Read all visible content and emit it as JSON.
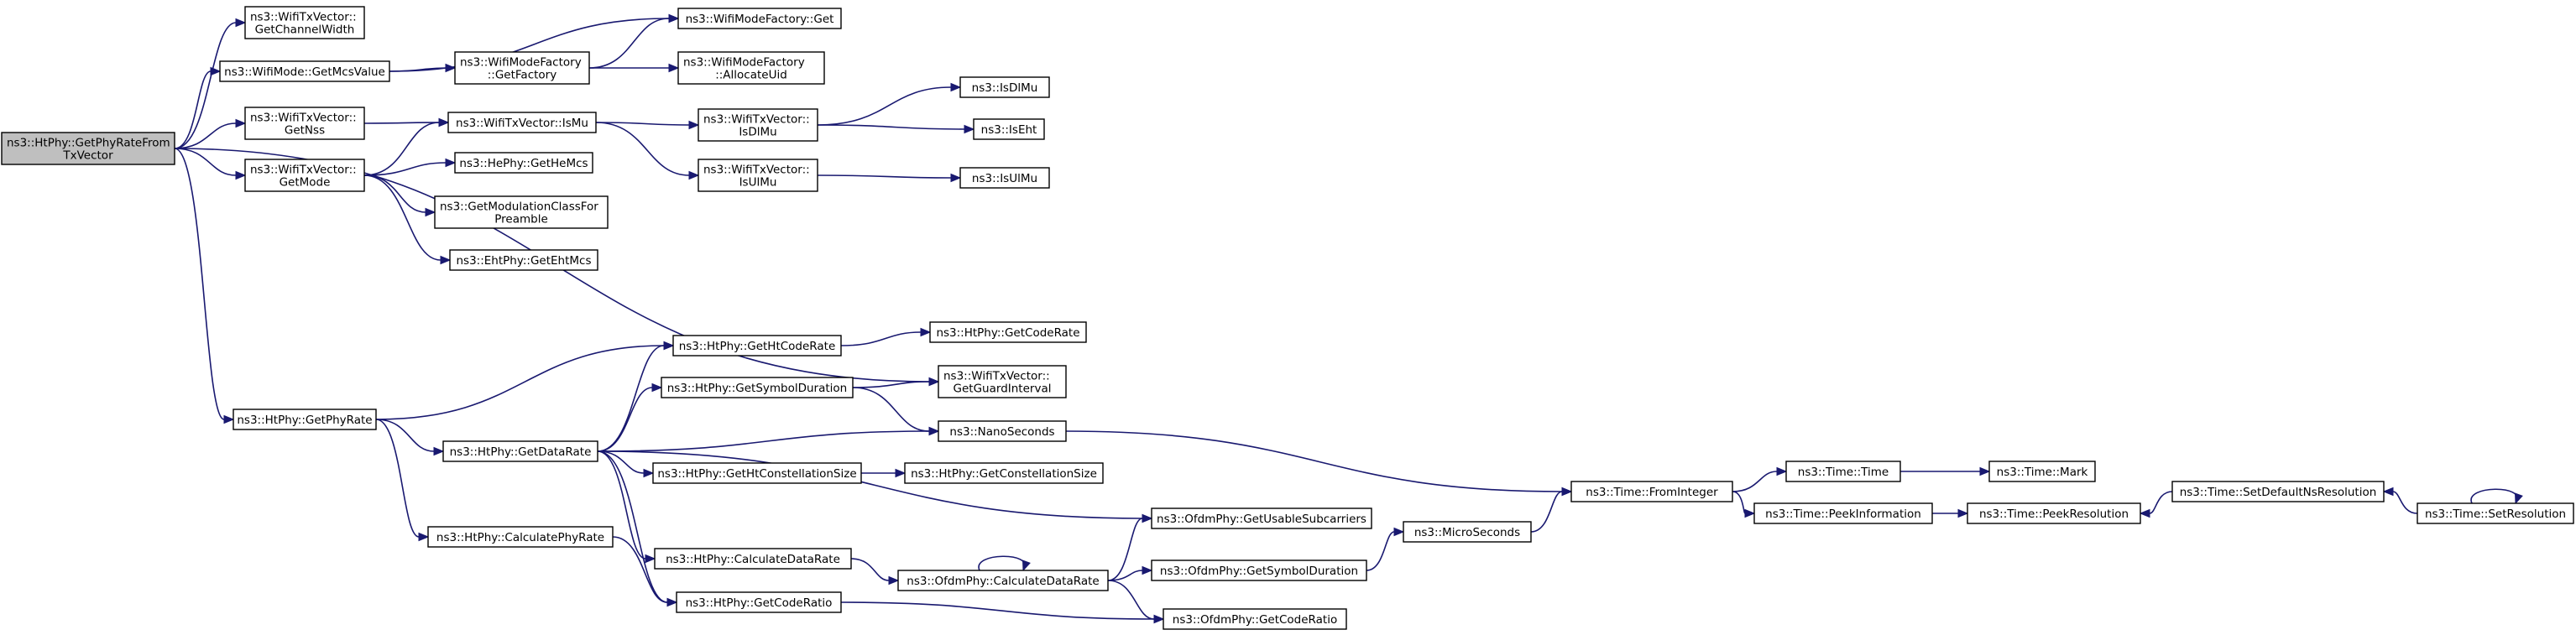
{
  "graph": {
    "colors": {
      "edge": "#191970",
      "node_border": "#000000",
      "root_fill": "#bfbfbf",
      "node_fill": "#ffffff",
      "background": "#ffffff"
    },
    "nodes": [
      {
        "id": "root",
        "lines": [
          "ns3::HtPhy::GetPhyRateFrom",
          "TxVector"
        ],
        "root": true
      },
      {
        "id": "getChannelWidth",
        "lines": [
          "ns3::WifiTxVector::",
          "GetChannelWidth"
        ]
      },
      {
        "id": "getMcsValue",
        "lines": [
          "ns3::WifiMode::GetMcsValue"
        ]
      },
      {
        "id": "factoryGet",
        "lines": [
          "ns3::WifiModeFactory::Get"
        ]
      },
      {
        "id": "getFactory",
        "lines": [
          "ns3::WifiModeFactory",
          "::GetFactory"
        ]
      },
      {
        "id": "allocateUid",
        "lines": [
          "ns3::WifiModeFactory",
          "::AllocateUid"
        ]
      },
      {
        "id": "getNss",
        "lines": [
          "ns3::WifiTxVector::",
          "GetNss"
        ]
      },
      {
        "id": "isMu",
        "lines": [
          "ns3::WifiTxVector::IsMu"
        ]
      },
      {
        "id": "txIsDlMu",
        "lines": [
          "ns3::WifiTxVector::",
          "IsDlMu"
        ]
      },
      {
        "id": "isDlMu",
        "lines": [
          "ns3::IsDlMu"
        ]
      },
      {
        "id": "isEht",
        "lines": [
          "ns3::IsEht"
        ]
      },
      {
        "id": "txIsUlMu",
        "lines": [
          "ns3::WifiTxVector::",
          "IsUlMu"
        ]
      },
      {
        "id": "isUlMu",
        "lines": [
          "ns3::IsUlMu"
        ]
      },
      {
        "id": "getMode",
        "lines": [
          "ns3::WifiTxVector::",
          "GetMode"
        ]
      },
      {
        "id": "getHeMcs",
        "lines": [
          "ns3::HePhy::GetHeMcs"
        ]
      },
      {
        "id": "getModClass",
        "lines": [
          "ns3::GetModulationClassFor",
          "Preamble"
        ]
      },
      {
        "id": "getEhtMcs",
        "lines": [
          "ns3::EhtPhy::GetEhtMcs"
        ]
      },
      {
        "id": "getPhyRate",
        "lines": [
          "ns3::HtPhy::GetPhyRate"
        ]
      },
      {
        "id": "getHtCodeRate",
        "lines": [
          "ns3::HtPhy::GetHtCodeRate"
        ]
      },
      {
        "id": "getCodeRate",
        "lines": [
          "ns3::HtPhy::GetCodeRate"
        ]
      },
      {
        "id": "getSymbolDuration",
        "lines": [
          "ns3::HtPhy::GetSymbolDuration"
        ]
      },
      {
        "id": "getGuardInterval",
        "lines": [
          "ns3::WifiTxVector::",
          "GetGuardInterval"
        ]
      },
      {
        "id": "getDataRate",
        "lines": [
          "ns3::HtPhy::GetDataRate"
        ]
      },
      {
        "id": "nanoSeconds",
        "lines": [
          "ns3::NanoSeconds"
        ]
      },
      {
        "id": "getHtConstSize",
        "lines": [
          "ns3::HtPhy::GetHtConstellationSize"
        ]
      },
      {
        "id": "getConstSize",
        "lines": [
          "ns3::HtPhy::GetConstellationSize"
        ]
      },
      {
        "id": "calcPhyRate",
        "lines": [
          "ns3::HtPhy::CalculatePhyRate"
        ]
      },
      {
        "id": "getUsableSubcarriers",
        "lines": [
          "ns3::OfdmPhy::GetUsableSubcarriers"
        ]
      },
      {
        "id": "htCalcDataRate",
        "lines": [
          "ns3::HtPhy::CalculateDataRate"
        ]
      },
      {
        "id": "ofdmCalcDataRate",
        "lines": [
          "ns3::OfdmPhy::CalculateDataRate"
        ]
      },
      {
        "id": "ofdmGetSymbolDuration",
        "lines": [
          "ns3::OfdmPhy::GetSymbolDuration"
        ]
      },
      {
        "id": "htGetCodeRatio",
        "lines": [
          "ns3::HtPhy::GetCodeRatio"
        ]
      },
      {
        "id": "ofdmGetCodeRatio",
        "lines": [
          "ns3::OfdmPhy::GetCodeRatio"
        ]
      },
      {
        "id": "microSeconds",
        "lines": [
          "ns3::MicroSeconds"
        ]
      },
      {
        "id": "fromInteger",
        "lines": [
          "ns3::Time::FromInteger"
        ]
      },
      {
        "id": "timeTime",
        "lines": [
          "ns3::Time::Time"
        ]
      },
      {
        "id": "timeMark",
        "lines": [
          "ns3::Time::Mark"
        ]
      },
      {
        "id": "peekInformation",
        "lines": [
          "ns3::Time::PeekInformation"
        ]
      },
      {
        "id": "peekResolution",
        "lines": [
          "ns3::Time::PeekResolution"
        ]
      },
      {
        "id": "setDefaultNsRes",
        "lines": [
          "ns3::Time::SetDefaultNsResolution"
        ]
      },
      {
        "id": "setResolution",
        "lines": [
          "ns3::Time::SetResolution"
        ]
      }
    ],
    "edges": [
      {
        "from": "root",
        "to": "getChannelWidth"
      },
      {
        "from": "root",
        "to": "getMcsValue"
      },
      {
        "from": "root",
        "to": "getNss"
      },
      {
        "from": "root",
        "to": "getMode"
      },
      {
        "from": "root",
        "to": "getGuardInterval"
      },
      {
        "from": "root",
        "to": "getPhyRate"
      },
      {
        "from": "getMcsValue",
        "to": "factoryGet"
      },
      {
        "from": "getMcsValue",
        "to": "getFactory"
      },
      {
        "from": "getFactory",
        "to": "factoryGet"
      },
      {
        "from": "getFactory",
        "to": "allocateUid"
      },
      {
        "from": "getNss",
        "to": "isMu"
      },
      {
        "from": "isMu",
        "to": "txIsDlMu"
      },
      {
        "from": "isMu",
        "to": "txIsUlMu"
      },
      {
        "from": "txIsDlMu",
        "to": "isDlMu"
      },
      {
        "from": "txIsDlMu",
        "to": "isEht"
      },
      {
        "from": "txIsUlMu",
        "to": "isUlMu"
      },
      {
        "from": "getMode",
        "to": "isMu"
      },
      {
        "from": "getMode",
        "to": "getHeMcs"
      },
      {
        "from": "getMode",
        "to": "getModClass"
      },
      {
        "from": "getMode",
        "to": "getEhtMcs"
      },
      {
        "from": "getPhyRate",
        "to": "getHtCodeRate"
      },
      {
        "from": "getPhyRate",
        "to": "getDataRate"
      },
      {
        "from": "getPhyRate",
        "to": "calcPhyRate"
      },
      {
        "from": "getHtCodeRate",
        "to": "getCodeRate"
      },
      {
        "from": "getSymbolDuration",
        "to": "getGuardInterval"
      },
      {
        "from": "getSymbolDuration",
        "to": "nanoSeconds"
      },
      {
        "from": "getDataRate",
        "to": "getHtCodeRate"
      },
      {
        "from": "getDataRate",
        "to": "getSymbolDuration"
      },
      {
        "from": "getDataRate",
        "to": "nanoSeconds"
      },
      {
        "from": "getDataRate",
        "to": "getHtConstSize"
      },
      {
        "from": "getDataRate",
        "to": "getUsableSubcarriers"
      },
      {
        "from": "getDataRate",
        "to": "htCalcDataRate"
      },
      {
        "from": "getDataRate",
        "to": "htGetCodeRatio"
      },
      {
        "from": "getHtConstSize",
        "to": "getConstSize"
      },
      {
        "from": "calcPhyRate",
        "to": "htGetCodeRatio"
      },
      {
        "from": "htCalcDataRate",
        "to": "ofdmCalcDataRate"
      },
      {
        "from": "ofdmCalcDataRate",
        "to": "ofdmCalcDataRate"
      },
      {
        "from": "ofdmCalcDataRate",
        "to": "getUsableSubcarriers"
      },
      {
        "from": "ofdmCalcDataRate",
        "to": "ofdmGetSymbolDuration"
      },
      {
        "from": "ofdmCalcDataRate",
        "to": "ofdmGetCodeRatio"
      },
      {
        "from": "htGetCodeRatio",
        "to": "ofdmGetCodeRatio"
      },
      {
        "from": "ofdmGetSymbolDuration",
        "to": "microSeconds"
      },
      {
        "from": "nanoSeconds",
        "to": "fromInteger"
      },
      {
        "from": "microSeconds",
        "to": "fromInteger"
      },
      {
        "from": "fromInteger",
        "to": "timeTime"
      },
      {
        "from": "fromInteger",
        "to": "peekInformation"
      },
      {
        "from": "timeTime",
        "to": "timeMark"
      },
      {
        "from": "peekInformation",
        "to": "peekResolution"
      },
      {
        "from": "setDefaultNsRes",
        "to": "peekResolution"
      },
      {
        "from": "setResolution",
        "to": "setDefaultNsRes"
      },
      {
        "from": "setResolution",
        "to": "setResolution"
      }
    ]
  }
}
